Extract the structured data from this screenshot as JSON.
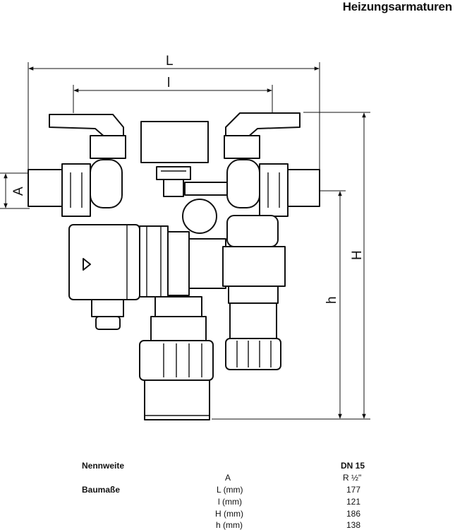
{
  "header": {
    "title": "Heizungsarmaturen"
  },
  "drawing": {
    "dimension_labels": {
      "L": "L",
      "l": "l",
      "A": "A",
      "H": "H",
      "h": "h"
    }
  },
  "specs": {
    "nominal_label": "Nennweite",
    "nominal_value": "DN 15",
    "group_label": "Baumaße",
    "rows": [
      {
        "label": "A",
        "value": "R ½\""
      },
      {
        "label": "L (mm)",
        "value": "177"
      },
      {
        "label": "l (mm)",
        "value": "121"
      },
      {
        "label": "H (mm)",
        "value": "186"
      },
      {
        "label": "h (mm)",
        "value": "138"
      }
    ]
  }
}
